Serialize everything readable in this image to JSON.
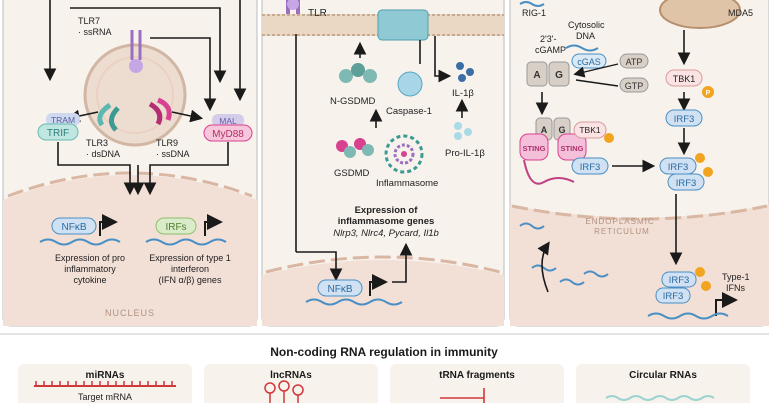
{
  "panel1": {
    "tlr7": "TLR7",
    "ssrna_top": "· ssRNA",
    "tram": "TRAM",
    "trif": "TRIF",
    "mal": "MAL",
    "myd88": "MyD88",
    "tlr3": "TLR3",
    "dsdna": "· dsDNA",
    "tlr9": "TLR9",
    "ssdna": "· ssDNA",
    "nfkb": "NFκB",
    "irfs": "IRFs",
    "caption_left": [
      "Expression of pro",
      "inflammatory",
      "cytokine"
    ],
    "caption_right": [
      "Expression of type 1",
      "interferon",
      "(IFN α/β) genes"
    ],
    "nucleus": "NUCLEUS"
  },
  "panel2": {
    "tlr": "TLR",
    "n_gsdmd": "N-GSDMD",
    "caspase": "Caspase-1",
    "il1b": "IL-1β",
    "gsdmd": "GSDMD",
    "pro_il1b": "Pro-IL-1β",
    "inflammasome": "Inflammasome",
    "expr_title": [
      "Expression of",
      "inflammasome genes"
    ],
    "genes": "Nlrp3, Nlrc4, Pycard, Il1b",
    "nfkb": "NFκB"
  },
  "panel3": {
    "rig1": "RIG-1",
    "mda5": "MDA5",
    "cgamp": [
      "2'3'-",
      "cGAMP"
    ],
    "cytosolic_dna": [
      "Cytosolic",
      "DNA"
    ],
    "cgas": "cGAS",
    "atp": "ATP",
    "gtp": "GTP",
    "a": "A",
    "g": "G",
    "tbk1": "TBK1",
    "tbk1_b": "TBK1",
    "sting": "STING",
    "irf3": "IRF3",
    "p": "P",
    "er": [
      "ENDOPLASMIC",
      "RETICULUM"
    ],
    "type1": [
      "Type-1",
      "IFNs"
    ]
  },
  "bottom": {
    "title": "Non-coding RNA regulation in immunity",
    "cards": [
      "miRNAs",
      "lncRNAs",
      "tRNA fragments",
      "Circular RNAs"
    ],
    "target": "Target mRNA"
  },
  "colors": {
    "panel_bg": "#f7f2ec",
    "nucleus": "#f2dfd6",
    "blue": "#4a8fc4",
    "pink": "#d8418f",
    "teal": "#5ab8b0",
    "green": "#a7cc8b",
    "orange": "#f2a31f"
  }
}
